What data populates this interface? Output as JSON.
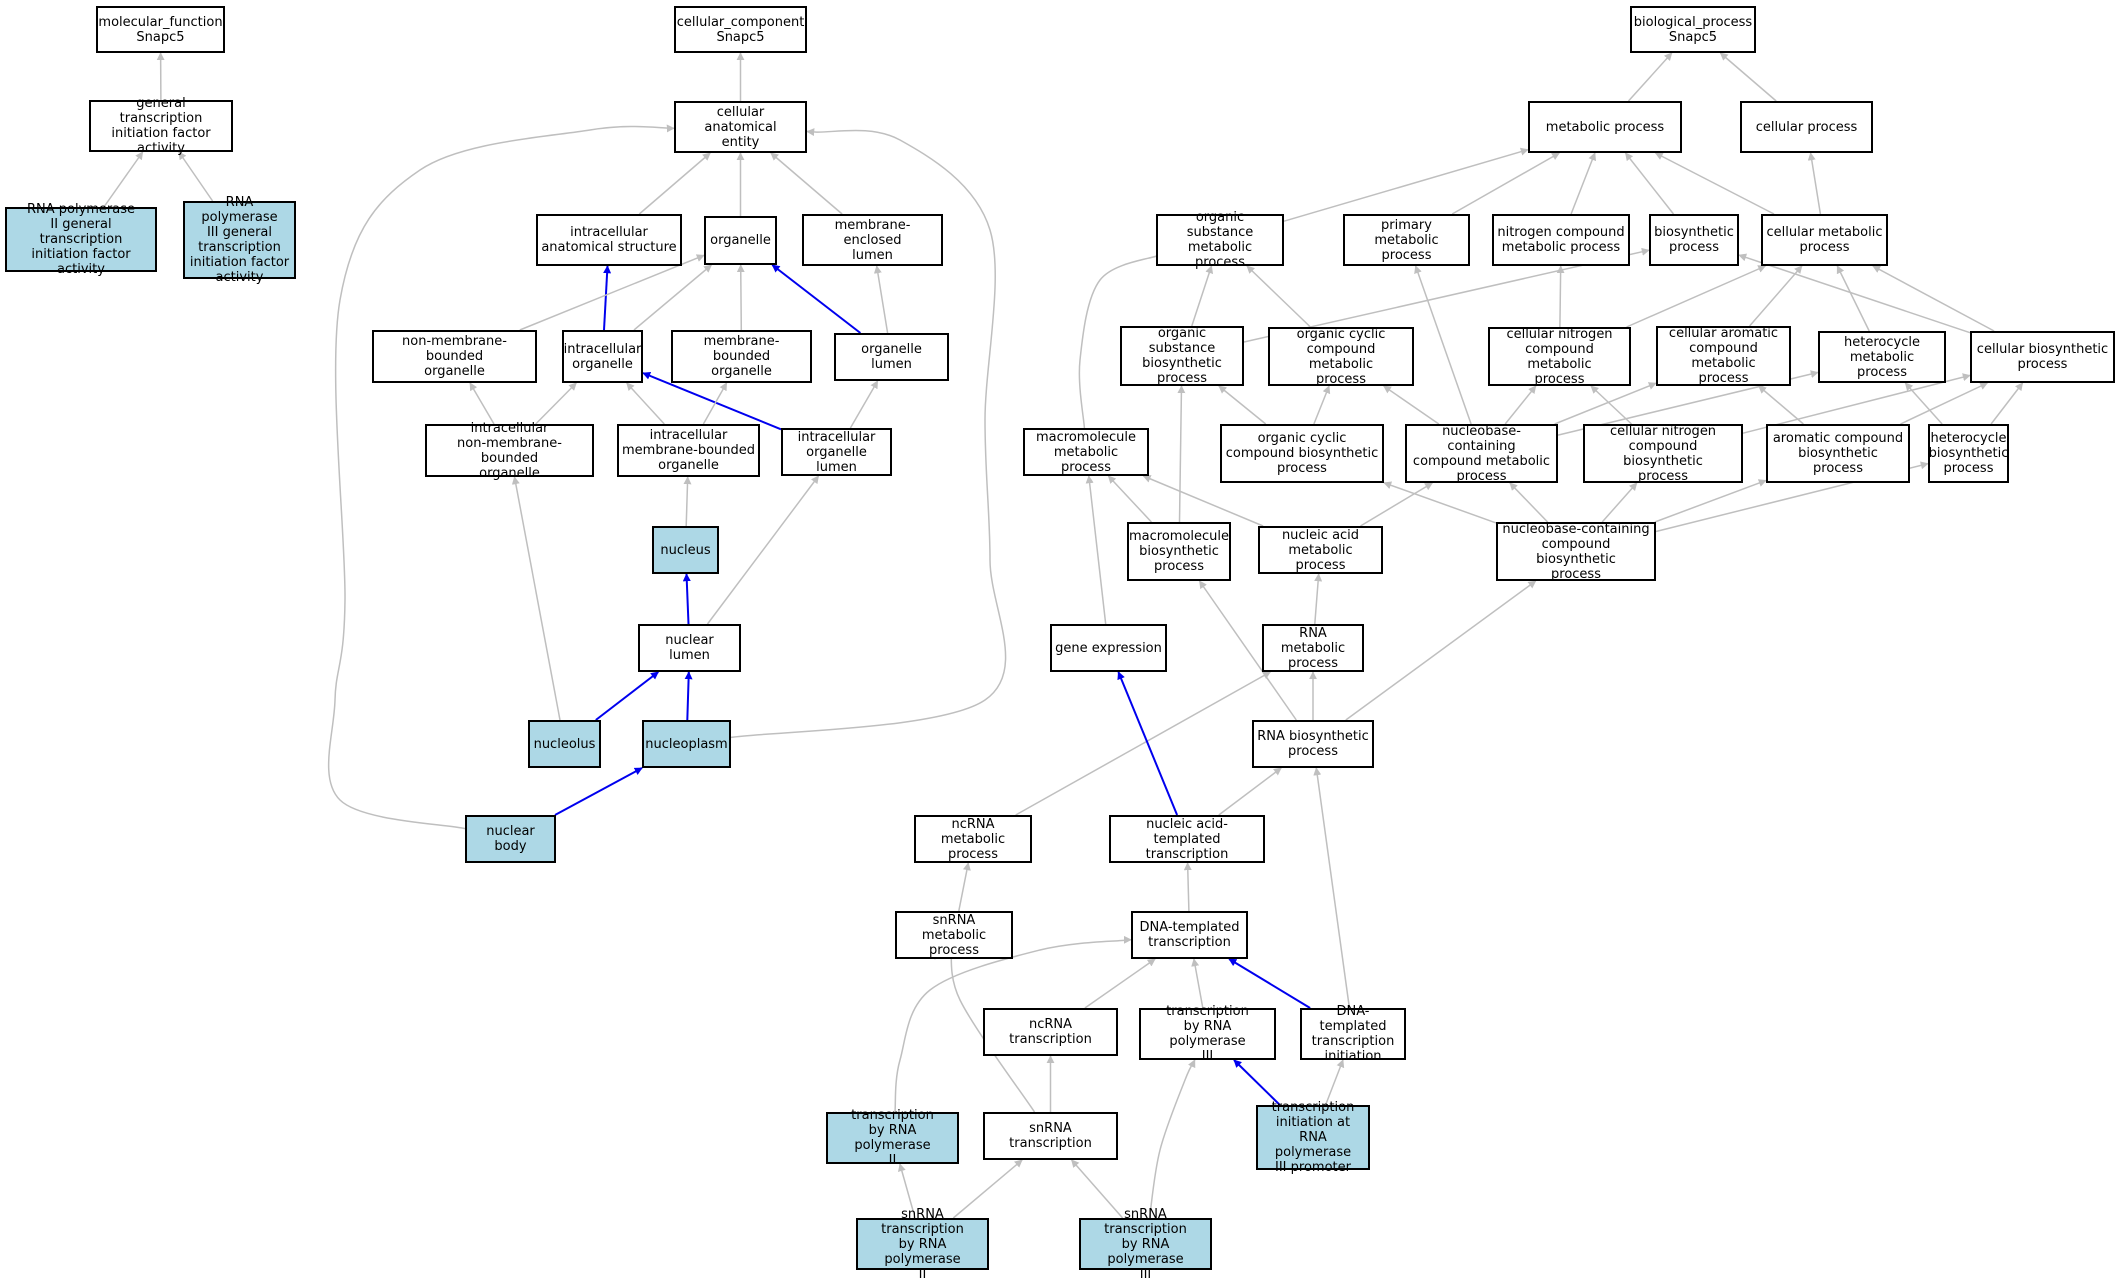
{
  "colors": {
    "edge": "#bfbfbf",
    "path_edge": "#0000ee",
    "highlight_fill": "#add8e6",
    "node_fill": "#ffffff"
  },
  "nodes": [
    {
      "id": "mf",
      "label": "molecular_function\nSnapc5",
      "hl": false
    },
    {
      "id": "gtifa",
      "label": "general transcription\ninitiation factor\nactivity",
      "hl": false
    },
    {
      "id": "pol2gtif",
      "label": "RNA polymerase\nII general transcription\ninitiation factor\nactivity",
      "hl": true
    },
    {
      "id": "pol3gtif",
      "label": "RNA polymerase\nIII general\ntranscription\ninitiation factor\nactivity",
      "hl": true
    },
    {
      "id": "cc",
      "label": "cellular_component\nSnapc5",
      "hl": false
    },
    {
      "id": "cae",
      "label": "cellular anatomical\nentity",
      "hl": false
    },
    {
      "id": "ias",
      "label": "intracellular\nanatomical structure",
      "hl": false
    },
    {
      "id": "organelle",
      "label": "organelle",
      "hl": false
    },
    {
      "id": "mel",
      "label": "membrane-enclosed\nlumen",
      "hl": false
    },
    {
      "id": "nmbo",
      "label": "non-membrane-bounded\norganelle",
      "hl": false
    },
    {
      "id": "io",
      "label": "intracellular\norganelle",
      "hl": false
    },
    {
      "id": "mbo",
      "label": "membrane-bounded\norganelle",
      "hl": false
    },
    {
      "id": "ol",
      "label": "organelle lumen",
      "hl": false
    },
    {
      "id": "inmbo",
      "label": "intracellular\nnon-membrane-bounded\norganelle",
      "hl": false
    },
    {
      "id": "imbo",
      "label": "intracellular\nmembrane-bounded\norganelle",
      "hl": false
    },
    {
      "id": "iol",
      "label": "intracellular\norganelle lumen",
      "hl": false
    },
    {
      "id": "nucleus",
      "label": "nucleus",
      "hl": true
    },
    {
      "id": "nlumen",
      "label": "nuclear lumen",
      "hl": false
    },
    {
      "id": "nucleolus",
      "label": "nucleolus",
      "hl": true
    },
    {
      "id": "nucleoplasm",
      "label": "nucleoplasm",
      "hl": true
    },
    {
      "id": "nbody",
      "label": "nuclear body",
      "hl": true
    },
    {
      "id": "bp",
      "label": "biological_process\nSnapc5",
      "hl": false
    },
    {
      "id": "metab",
      "label": "metabolic process",
      "hl": false
    },
    {
      "id": "cellproc",
      "label": "cellular process",
      "hl": false
    },
    {
      "id": "osmp",
      "label": "organic substance\nmetabolic process",
      "hl": false
    },
    {
      "id": "pmp",
      "label": "primary metabolic\nprocess",
      "hl": false
    },
    {
      "id": "ncmp",
      "label": "nitrogen compound\nmetabolic process",
      "hl": false
    },
    {
      "id": "biosyn",
      "label": "biosynthetic\nprocess",
      "hl": false
    },
    {
      "id": "cmp",
      "label": "cellular metabolic\nprocess",
      "hl": false
    },
    {
      "id": "osbp",
      "label": "organic substance\nbiosynthetic\nprocess",
      "hl": false
    },
    {
      "id": "occmp",
      "label": "organic cyclic\ncompound metabolic\nprocess",
      "hl": false
    },
    {
      "id": "cncmp",
      "label": "cellular nitrogen\ncompound metabolic\nprocess",
      "hl": false
    },
    {
      "id": "cacmp",
      "label": "cellular aromatic\ncompound metabolic\nprocess",
      "hl": false
    },
    {
      "id": "hmp",
      "label": "heterocycle\nmetabolic process",
      "hl": false
    },
    {
      "id": "cbp",
      "label": "cellular biosynthetic\nprocess",
      "hl": false
    },
    {
      "id": "mmp",
      "label": "macromolecule\nmetabolic process",
      "hl": false
    },
    {
      "id": "occbp",
      "label": "organic cyclic\ncompound biosynthetic\nprocess",
      "hl": false
    },
    {
      "id": "nbcmp",
      "label": "nucleobase-containing\ncompound metabolic\nprocess",
      "hl": false
    },
    {
      "id": "cncbp",
      "label": "cellular nitrogen\ncompound biosynthetic\nprocess",
      "hl": false
    },
    {
      "id": "acbp",
      "label": "aromatic compound\nbiosynthetic\nprocess",
      "hl": false
    },
    {
      "id": "hbp",
      "label": "heterocycle\nbiosynthetic\nprocess",
      "hl": false
    },
    {
      "id": "mbp",
      "label": "macromolecule\nbiosynthetic\nprocess",
      "hl": false
    },
    {
      "id": "namp",
      "label": "nucleic acid\nmetabolic process",
      "hl": false
    },
    {
      "id": "nbcbp",
      "label": "nucleobase-containing\ncompound biosynthetic\nprocess",
      "hl": false
    },
    {
      "id": "ge",
      "label": "gene expression",
      "hl": false
    },
    {
      "id": "rnamp",
      "label": "RNA metabolic\nprocess",
      "hl": false
    },
    {
      "id": "rnabp",
      "label": "RNA biosynthetic\nprocess",
      "hl": false
    },
    {
      "id": "ncrnamp",
      "label": "ncRNA metabolic\nprocess",
      "hl": false
    },
    {
      "id": "natt",
      "label": "nucleic acid-templated\ntranscription",
      "hl": false
    },
    {
      "id": "snrnamp",
      "label": "snRNA metabolic\nprocess",
      "hl": false
    },
    {
      "id": "dtt",
      "label": "DNA-templated\ntranscription",
      "hl": false
    },
    {
      "id": "ncrnat",
      "label": "ncRNA transcription",
      "hl": false
    },
    {
      "id": "trp3",
      "label": "transcription\nby RNA polymerase\nIII",
      "hl": false
    },
    {
      "id": "dtti",
      "label": "DNA-templated\ntranscription\ninitiation",
      "hl": false
    },
    {
      "id": "trp2",
      "label": "transcription\nby RNA polymerase\nII",
      "hl": true
    },
    {
      "id": "snrnat",
      "label": "snRNA transcription",
      "hl": false
    },
    {
      "id": "tip3",
      "label": "transcription\ninitiation at\nRNA polymerase\nIII promoter",
      "hl": true
    },
    {
      "id": "snrnat2",
      "label": "snRNA transcription\nby RNA polymerase\nII",
      "hl": true
    },
    {
      "id": "snrnat3",
      "label": "snRNA transcription\nby RNA polymerase\nIII",
      "hl": true
    }
  ],
  "edges": [
    {
      "child": "gtifa",
      "parent": "mf",
      "path": false
    },
    {
      "child": "pol2gtif",
      "parent": "gtifa",
      "path": false
    },
    {
      "child": "pol3gtif",
      "parent": "gtifa",
      "path": false
    },
    {
      "child": "cae",
      "parent": "cc",
      "path": false
    },
    {
      "child": "ias",
      "parent": "cae",
      "path": false
    },
    {
      "child": "organelle",
      "parent": "cae",
      "path": false
    },
    {
      "child": "mel",
      "parent": "cae",
      "path": false
    },
    {
      "child": "nbody",
      "parent": "cae",
      "path": false
    },
    {
      "child": "nucleoplasm",
      "parent": "cae",
      "path": false
    },
    {
      "child": "io",
      "parent": "ias",
      "path": true
    },
    {
      "child": "nmbo",
      "parent": "organelle",
      "path": false
    },
    {
      "child": "io",
      "parent": "organelle",
      "path": false
    },
    {
      "child": "mbo",
      "parent": "organelle",
      "path": false
    },
    {
      "child": "ol",
      "parent": "organelle",
      "path": true
    },
    {
      "child": "ol",
      "parent": "mel",
      "path": false
    },
    {
      "child": "inmbo",
      "parent": "nmbo",
      "path": false
    },
    {
      "child": "inmbo",
      "parent": "io",
      "path": false
    },
    {
      "child": "imbo",
      "parent": "io",
      "path": false
    },
    {
      "child": "iol",
      "parent": "io",
      "path": true
    },
    {
      "child": "imbo",
      "parent": "mbo",
      "path": false
    },
    {
      "child": "iol",
      "parent": "ol",
      "path": false
    },
    {
      "child": "nucleus",
      "parent": "imbo",
      "path": false
    },
    {
      "child": "nlumen",
      "parent": "nucleus",
      "path": true
    },
    {
      "child": "nlumen",
      "parent": "iol",
      "path": false
    },
    {
      "child": "nucleolus",
      "parent": "inmbo",
      "path": false
    },
    {
      "child": "nucleolus",
      "parent": "nlumen",
      "path": true
    },
    {
      "child": "nucleoplasm",
      "parent": "nlumen",
      "path": true
    },
    {
      "child": "nbody",
      "parent": "nucleoplasm",
      "path": true
    },
    {
      "child": "metab",
      "parent": "bp",
      "path": false
    },
    {
      "child": "cellproc",
      "parent": "bp",
      "path": false
    },
    {
      "child": "osmp",
      "parent": "metab",
      "path": false
    },
    {
      "child": "pmp",
      "parent": "metab",
      "path": false
    },
    {
      "child": "ncmp",
      "parent": "metab",
      "path": false
    },
    {
      "child": "biosyn",
      "parent": "metab",
      "path": false
    },
    {
      "child": "cmp",
      "parent": "metab",
      "path": false
    },
    {
      "child": "cmp",
      "parent": "cellproc",
      "path": false
    },
    {
      "child": "osbp",
      "parent": "osmp",
      "path": false
    },
    {
      "child": "occmp",
      "parent": "osmp",
      "path": false
    },
    {
      "child": "mmp",
      "parent": "osmp",
      "path": false
    },
    {
      "child": "osbp",
      "parent": "biosyn",
      "path": false
    },
    {
      "child": "cbp",
      "parent": "biosyn",
      "path": false
    },
    {
      "child": "cncmp",
      "parent": "ncmp",
      "path": false
    },
    {
      "child": "nbcmp",
      "parent": "pmp",
      "path": false
    },
    {
      "child": "cncmp",
      "parent": "cmp",
      "path": false
    },
    {
      "child": "cacmp",
      "parent": "cmp",
      "path": false
    },
    {
      "child": "hmp",
      "parent": "cmp",
      "path": false
    },
    {
      "child": "cbp",
      "parent": "cmp",
      "path": false
    },
    {
      "child": "occbp",
      "parent": "occmp",
      "path": false
    },
    {
      "child": "nbcmp",
      "parent": "occmp",
      "path": false
    },
    {
      "child": "occbp",
      "parent": "osbp",
      "path": false
    },
    {
      "child": "mbp",
      "parent": "osbp",
      "path": false
    },
    {
      "child": "nbcmp",
      "parent": "cncmp",
      "path": false
    },
    {
      "child": "cncbp",
      "parent": "cncmp",
      "path": false
    },
    {
      "child": "nbcmp",
      "parent": "cacmp",
      "path": false
    },
    {
      "child": "acbp",
      "parent": "cacmp",
      "path": false
    },
    {
      "child": "nbcmp",
      "parent": "hmp",
      "path": false
    },
    {
      "child": "hbp",
      "parent": "hmp",
      "path": false
    },
    {
      "child": "cncbp",
      "parent": "cbp",
      "path": false
    },
    {
      "child": "acbp",
      "parent": "cbp",
      "path": false
    },
    {
      "child": "hbp",
      "parent": "cbp",
      "path": false
    },
    {
      "child": "mbp",
      "parent": "mmp",
      "path": false
    },
    {
      "child": "namp",
      "parent": "mmp",
      "path": false
    },
    {
      "child": "ge",
      "parent": "mmp",
      "path": false
    },
    {
      "child": "namp",
      "parent": "nbcmp",
      "path": false
    },
    {
      "child": "nbcbp",
      "parent": "nbcmp",
      "path": false
    },
    {
      "child": "nbcbp",
      "parent": "occbp",
      "path": false
    },
    {
      "child": "nbcbp",
      "parent": "cncbp",
      "path": false
    },
    {
      "child": "nbcbp",
      "parent": "acbp",
      "path": false
    },
    {
      "child": "nbcbp",
      "parent": "hbp",
      "path": false
    },
    {
      "child": "rnamp",
      "parent": "namp",
      "path": false
    },
    {
      "child": "rnabp",
      "parent": "mbp",
      "path": false
    },
    {
      "child": "rnabp",
      "parent": "rnamp",
      "path": false
    },
    {
      "child": "rnabp",
      "parent": "nbcbp",
      "path": false
    },
    {
      "child": "ncrnamp",
      "parent": "rnamp",
      "path": false
    },
    {
      "child": "natt",
      "parent": "ge",
      "path": true
    },
    {
      "child": "natt",
      "parent": "rnabp",
      "path": false
    },
    {
      "child": "snrnamp",
      "parent": "ncrnamp",
      "path": false
    },
    {
      "child": "dtt",
      "parent": "natt",
      "path": false
    },
    {
      "child": "ncrnat",
      "parent": "dtt",
      "path": false
    },
    {
      "child": "trp3",
      "parent": "dtt",
      "path": false
    },
    {
      "child": "dtti",
      "parent": "dtt",
      "path": true
    },
    {
      "child": "trp2",
      "parent": "dtt",
      "path": false
    },
    {
      "child": "dtti",
      "parent": "rnabp",
      "path": false
    },
    {
      "child": "snrnat",
      "parent": "ncrnat",
      "path": false
    },
    {
      "child": "snrnat",
      "parent": "snrnamp",
      "path": false
    },
    {
      "child": "tip3",
      "parent": "trp3",
      "path": true
    },
    {
      "child": "tip3",
      "parent": "dtti",
      "path": false
    },
    {
      "child": "snrnat2",
      "parent": "trp2",
      "path": false
    },
    {
      "child": "snrnat2",
      "parent": "snrnat",
      "path": false
    },
    {
      "child": "snrnat3",
      "parent": "snrnat",
      "path": false
    },
    {
      "child": "snrnat3",
      "parent": "trp3",
      "path": false
    }
  ]
}
